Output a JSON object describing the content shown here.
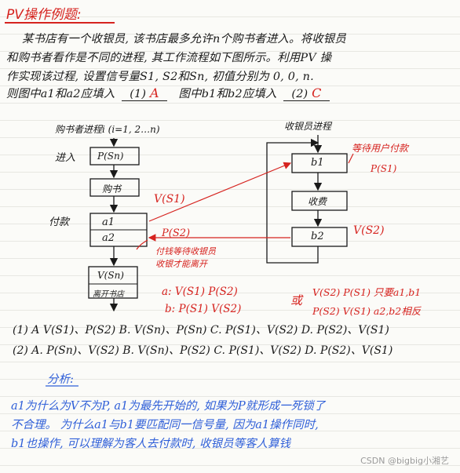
{
  "title": "PV操作例题:",
  "question": {
    "line1": "某书店有一个收银员, 该书店最多允许n个购书者进入。将收银员",
    "line2": "和购书者看作是不同的进程, 其工作流程如下图所示。利用PV 操",
    "line3": "作实现该过程, 设置信号量S1, S2和Sn, 初值分别为 0, 0, n.",
    "line4_a": "则图中a1和a2应填入",
    "blank1": "(1)",
    "answer1": "A",
    "line4_b": "图中b1和b2应填入",
    "blank2": "(2)",
    "answer2": "C"
  },
  "diagram": {
    "buyer_title": "购书者进程i (i=1, 2…n)",
    "cashier_title": "收银员进程",
    "enter_label": "进入",
    "box_psn": "P(Sn)",
    "box_buy": "购书",
    "pay_label": "付款",
    "box_a1": "a1",
    "box_a2": "a2",
    "box_vsn": "V(Sn)",
    "box_leave": "离开书店",
    "box_b1": "b1",
    "box_collect": "收费",
    "box_b2": "b2"
  },
  "red_notes": {
    "wait_note_1": "等待用户付款",
    "wait_note_2": "P(S1)",
    "vs1": "V(S1)",
    "ps2": "P(S2)",
    "after_pay_1": "付钱等待收银员",
    "after_pay_2": "收银才能离开",
    "vs2": "V(S2)",
    "a_row": "a: V(S1) P(S2)",
    "or_word": "或",
    "a_row_alt": "V(S2) P(S1) 只要a1,b1",
    "b_row": "b: P(S1) V(S2)",
    "b_row_alt": "P(S2) V(S1) a2,b2相反"
  },
  "options": {
    "row1": "(1) A V(S1)、P(S2)  B. V(Sn)、P(Sn)  C. P(S1)、V(S2)  D. P(S2)、V(S1)",
    "row2": "(2) A. P(Sn)、V(S2)  B. V(Sn)、P(S2)  C. P(S1)、V(S2)  D. P(S2)、V(S1)"
  },
  "analysis": {
    "heading": "分析:",
    "line1": "a1为什么为V不为P, a1为最先开始的, 如果为P就形成一死锁了",
    "line2": "不合理。 为什么a1与b1要匹配同一信号量, 因为a1操作同时,",
    "line3": "b1也操作, 可以理解为客人去付款时, 收银员等客人算钱"
  },
  "watermark": "CSDN @bigbig小湘艺",
  "colors": {
    "ink": "#1a1a1a",
    "red": "#d6231f",
    "blue": "#2f5fd8"
  }
}
